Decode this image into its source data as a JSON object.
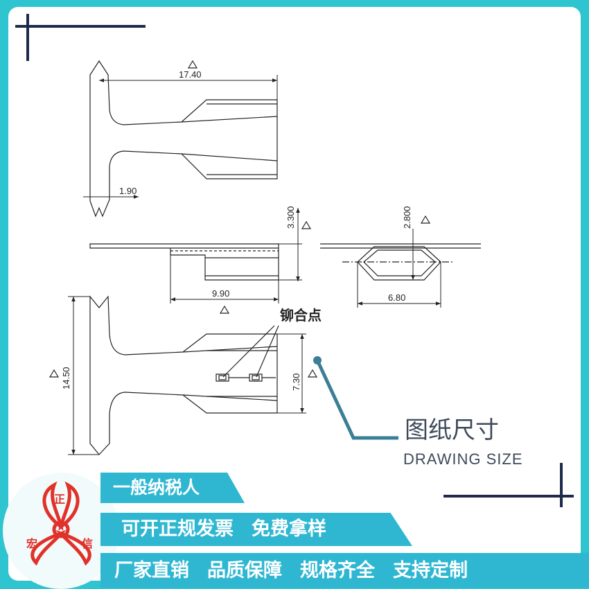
{
  "dimensions": {
    "d1": "17.40",
    "d2": "1.90",
    "d3": "3.300",
    "d4": "2.800",
    "d5": "9.90",
    "d6": "6.80",
    "d7": "14.50",
    "d8": "7.30"
  },
  "callout": "铆合点",
  "caption": {
    "zh": "图纸尺寸",
    "en": "DRAWING SIZE"
  },
  "logo": {
    "chars": [
      "正",
      "宏",
      "信"
    ]
  },
  "banners": {
    "line1": "一般纳税人",
    "line2": [
      "可开正规发票",
      "免费拿样"
    ],
    "line3": [
      "厂家直销",
      "品质保障",
      "规格齐全",
      "支持定制"
    ]
  },
  "colors": {
    "accent": "#2fb7d2",
    "background": "#2ec4d0",
    "leader": "#3a7f96",
    "logo_red": "#e0322a",
    "ink": "#222222"
  }
}
